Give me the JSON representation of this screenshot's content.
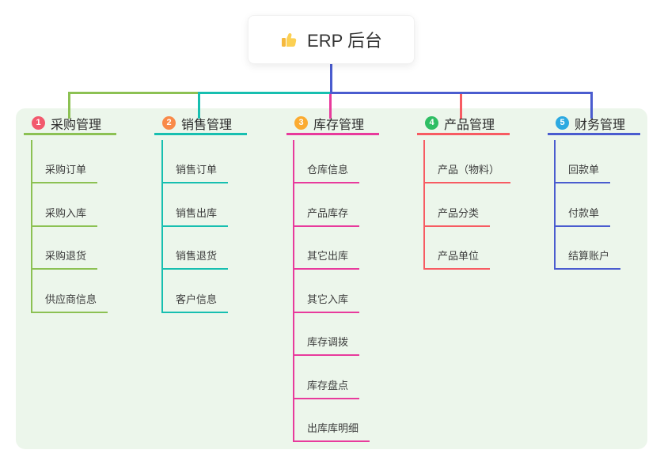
{
  "root": {
    "title": "ERP 后台",
    "icon": "thumbs-up-icon"
  },
  "colors": {
    "canvas_background": "#ffffff",
    "panel_background": "#ecf6eb",
    "root_stem": "#4a5ccf"
  },
  "branches": [
    {
      "badge": "1",
      "badge_color": "#f2596d",
      "label": "采购管理",
      "color": "#8cc153",
      "children": [
        "采购订单",
        "采购入库",
        "采购退货",
        "供应商信息"
      ]
    },
    {
      "badge": "2",
      "badge_color": "#f98a49",
      "label": "销售管理",
      "color": "#17bfb0",
      "children": [
        "销售订单",
        "销售出库",
        "销售退货",
        "客户信息"
      ]
    },
    {
      "badge": "3",
      "badge_color": "#fbab31",
      "label": "库存管理",
      "color": "#e83a9c",
      "children": [
        "仓库信息",
        "产品库存",
        "其它出库",
        "其它入库",
        "库存调拨",
        "库存盘点",
        "出库库明细"
      ]
    },
    {
      "badge": "4",
      "badge_color": "#2fbe64",
      "label": "产品管理",
      "color": "#f75b62",
      "children": [
        "产品（物料）",
        "产品分类",
        "产品单位"
      ]
    },
    {
      "badge": "5",
      "badge_color": "#2ca9e1",
      "label": "财务管理",
      "color": "#4a5ccf",
      "children": [
        "回款单",
        "付款单",
        "结算账户"
      ]
    }
  ]
}
